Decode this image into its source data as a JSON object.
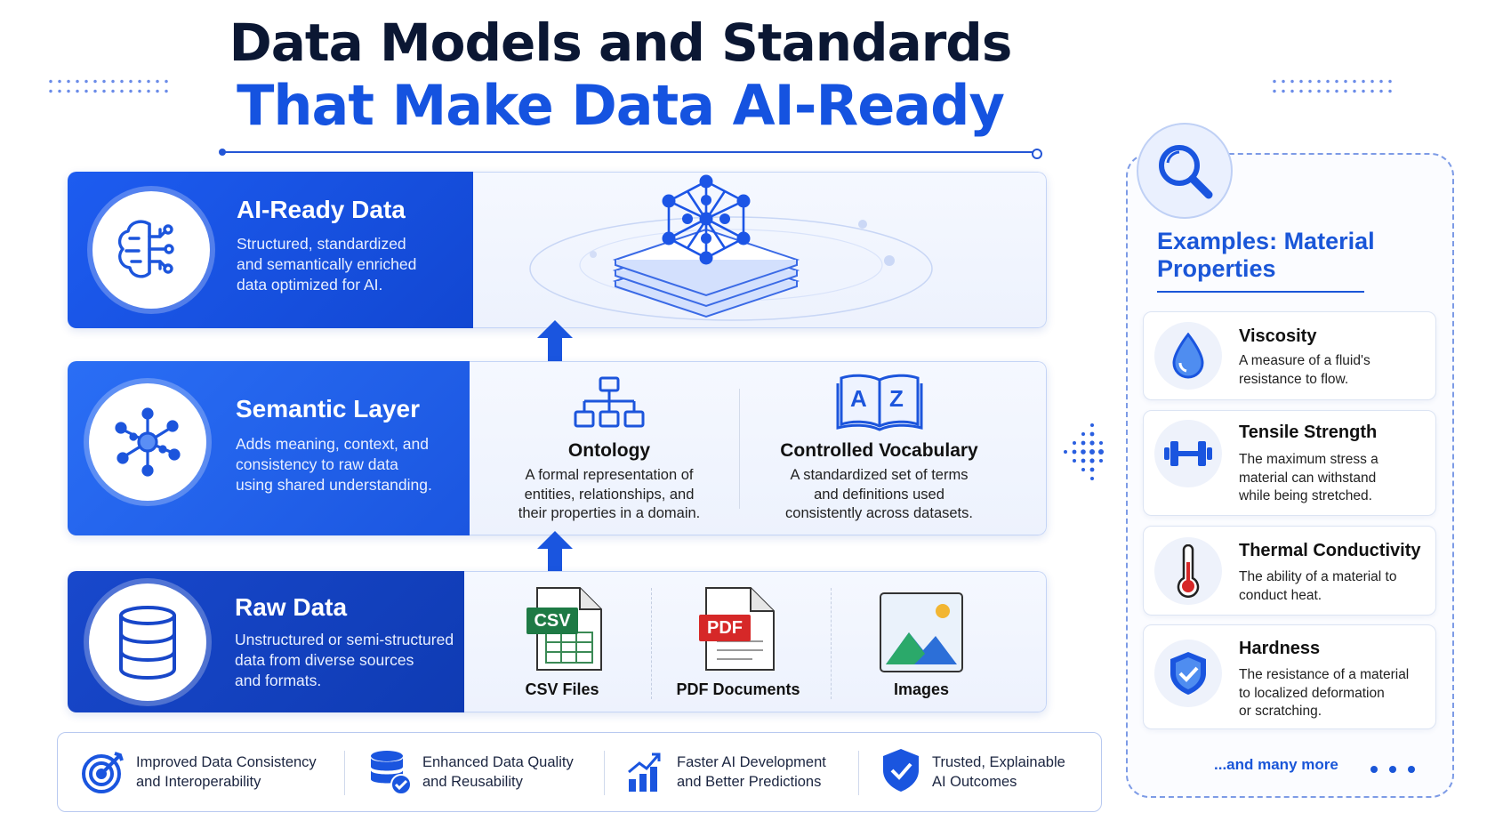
{
  "title": {
    "line1": "Data Models and Standards",
    "line2": "That Make Data AI-Ready"
  },
  "layers": {
    "ai_ready": {
      "title": "AI-Ready Data",
      "desc_lines": [
        "Structured, standardized",
        "and semantically enriched",
        "data optimized for AI."
      ]
    },
    "semantic": {
      "title": "Semantic Layer",
      "desc_lines": [
        "Adds meaning, context, and",
        "consistency to raw data",
        "using shared understanding."
      ],
      "ontology": {
        "title": "Ontology",
        "desc_lines": [
          "A formal representation of",
          "entities, relationships, and",
          "their properties in a domain."
        ]
      },
      "vocabulary": {
        "title": "Controlled Vocabulary",
        "icon_letters": [
          "A",
          "Z"
        ],
        "desc_lines": [
          "A standardized set of terms",
          "and definitions used",
          "consistently across datasets."
        ]
      }
    },
    "raw": {
      "title": "Raw Data",
      "desc_lines": [
        "Unstructured or semi-structured",
        "data from diverse sources",
        "and formats."
      ],
      "sources": {
        "csv": {
          "badge": "CSV",
          "label": "CSV Files"
        },
        "pdf": {
          "badge": "PDF",
          "label": "PDF Documents"
        },
        "images": {
          "label": "Images"
        }
      }
    }
  },
  "benefits": [
    {
      "icon": "target-icon",
      "lines": [
        "Improved Data Consistency",
        "and Interoperability"
      ]
    },
    {
      "icon": "database-check-icon",
      "lines": [
        "Enhanced Data Quality",
        "and Reusability"
      ]
    },
    {
      "icon": "growth-chart-icon",
      "lines": [
        "Faster AI Development",
        "and Better Predictions"
      ]
    },
    {
      "icon": "shield-check-icon",
      "lines": [
        "Trusted, Explainable",
        "AI Outcomes"
      ]
    }
  ],
  "examples": {
    "title_lines": [
      "Examples: Material",
      "Properties"
    ],
    "items": [
      {
        "icon": "droplet-icon",
        "title": "Viscosity",
        "desc_lines": [
          "A measure of a fluid's",
          "resistance to flow."
        ]
      },
      {
        "icon": "dumbbell-icon",
        "title": "Tensile Strength",
        "desc_lines": [
          "The maximum stress a",
          "material can withstand",
          "while being stretched."
        ]
      },
      {
        "icon": "thermometer-icon",
        "title": "Thermal Conductivity",
        "desc_lines": [
          "The ability of a material to",
          "conduct heat."
        ]
      },
      {
        "icon": "shield-check-icon",
        "title": "Hardness",
        "desc_lines": [
          "The resistance of a material",
          "to localized deformation",
          "or scratching."
        ]
      }
    ],
    "more": "...and many more"
  },
  "colors": {
    "primary": "#1553e0",
    "dark_navy": "#0b1733",
    "panel_border": "#7d9be6",
    "csv_green": "#1e7a45",
    "pdf_red": "#d62828"
  }
}
